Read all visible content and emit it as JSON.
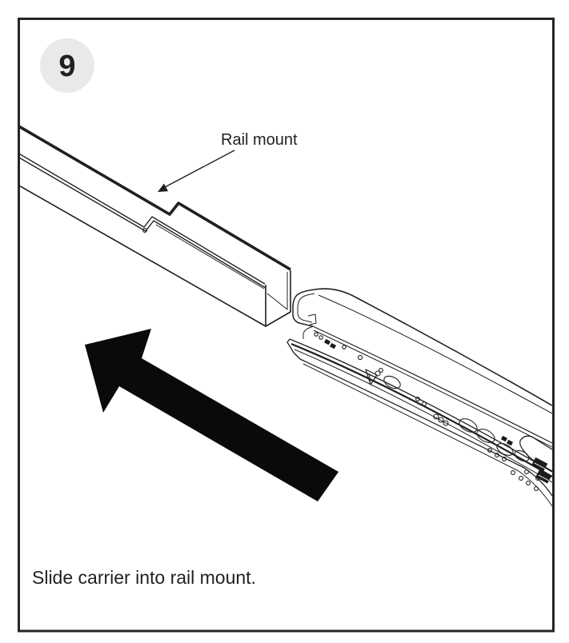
{
  "figure": {
    "step_number": "9",
    "labels": {
      "rail_mount": "Rail mount"
    },
    "caption": "Slide carrier into rail mount."
  },
  "colors": {
    "line": "#231f20",
    "arrow_fill": "#0a0a0a",
    "badge_bg": "#e9e9eb",
    "badge_text": "#231f20",
    "frame_border": "#262626",
    "background": "#ffffff"
  },
  "icons": {
    "direction_arrow": "slide-direction-arrow-up-left",
    "leader_arrow": "label-leader-arrow-down-left"
  }
}
